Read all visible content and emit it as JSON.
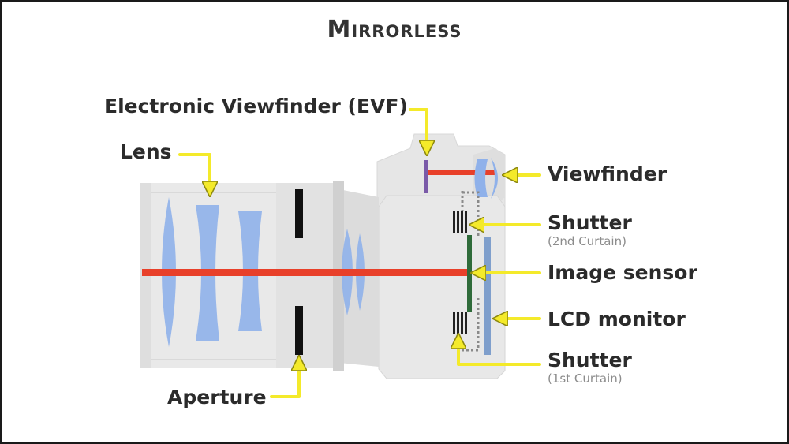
{
  "title": "Mirrorless",
  "labels": {
    "evf": "Electronic Viewfinder (EVF)",
    "lens": "Lens",
    "viewfinder": "Viewfinder",
    "shutter_2nd": "Shutter",
    "shutter_2nd_sub": "(2nd Curtain)",
    "image_sensor": "Image sensor",
    "lcd_monitor": "LCD monitor",
    "shutter_1st": "Shutter",
    "shutter_1st_sub": "(1st Curtain)",
    "aperture": "Aperture"
  },
  "colors": {
    "body": "#e8e8e8",
    "body_edge": "#d6d6d6",
    "lens_glass": "#8fb1ea",
    "light_path": "#e8402a",
    "arrow": "#f4ea2a",
    "arrow_edge": "#8f8a10",
    "sensor": "#2f6b3a",
    "lcd": "#7f9fcc",
    "evf": "#7a5aa8",
    "shutter": "#222222"
  },
  "icons": {
    "arrow": "yellow-callout-arrow"
  }
}
